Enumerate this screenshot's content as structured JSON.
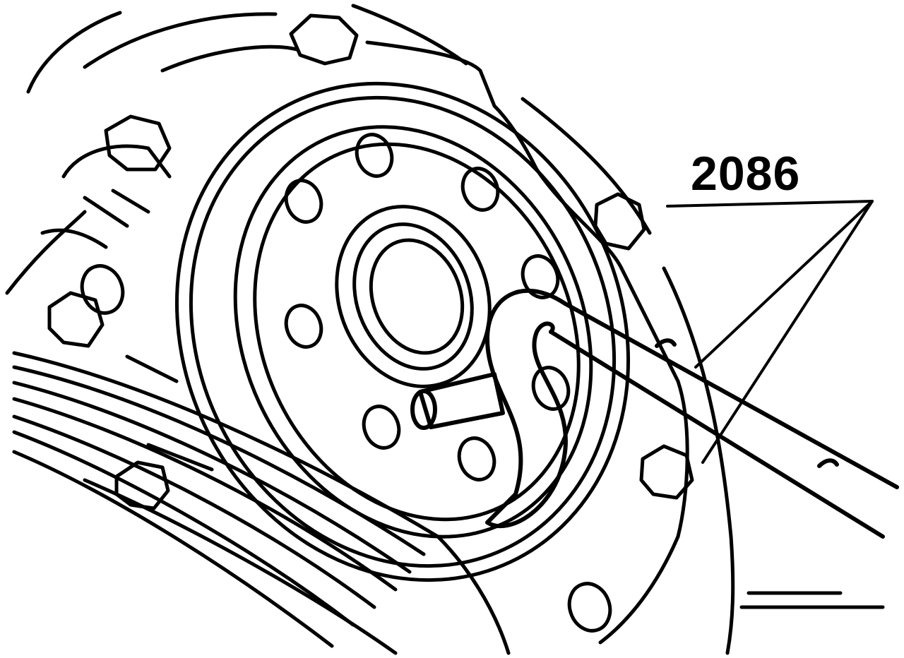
{
  "callout": {
    "label": "2086"
  },
  "colors": {
    "ink": "#000000",
    "paper": "#ffffff"
  },
  "parts": [
    "engine-block",
    "flange-plate",
    "crankshaft-oil-seal",
    "bolt-holes",
    "hex-bolts",
    "seal-removal-tool-2086"
  ]
}
